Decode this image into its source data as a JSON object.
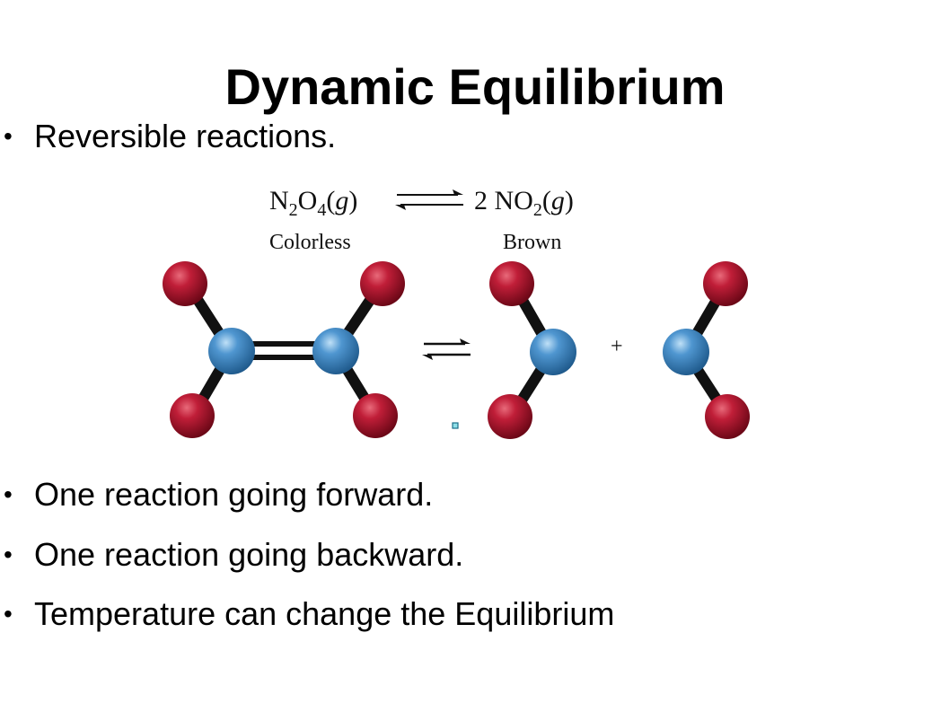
{
  "slide": {
    "title": "Dynamic Equilibrium",
    "bullets": [
      "Reversible reactions.",
      "One reaction going forward.",
      "One reaction going backward.",
      "Temperature can change the Equilibrium"
    ],
    "bullet_symbol": "•"
  },
  "figure": {
    "reactant": {
      "n": "N",
      "n_sub": "2",
      "o": "O",
      "o_sub": "4",
      "state": "g"
    },
    "product": {
      "coef": "2",
      "formula": "NO",
      "sub": "2",
      "state": "g"
    },
    "reactant_color_label": "Colorless",
    "product_color_label": "Brown",
    "plus_sign": "+",
    "colors": {
      "oxygen": "#b0142e",
      "nitrogen": "#4a90cc",
      "bond": "#111111"
    }
  }
}
